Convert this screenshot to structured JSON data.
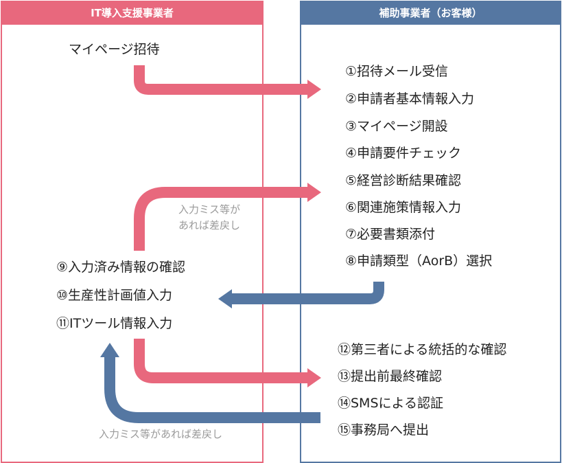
{
  "headers": {
    "left": "IT導入支援事業者",
    "right": "補助事業者（お客様）"
  },
  "left_steps": {
    "invite": "マイページ招待",
    "s9": "⑨入力済み情報の確認",
    "s10": "⑩生産性計画値入力",
    "s11": "⑪ITツール情報入力"
  },
  "right_steps": [
    "①招待メール受信",
    "②申請者基本情報入力",
    "③マイページ開設",
    "④申請要件チェック",
    "⑤経営診断結果確認",
    "⑥関連施策情報入力",
    "⑦必要書類添付",
    "⑧申請類型（AorB）選択",
    "⑫第三者による統括的な確認",
    "⑬提出前最終確認",
    "⑭SMSによる認証",
    "⑮事務局へ提出"
  ],
  "notes": {
    "return1_line1": "入力ミス等が",
    "return1_line2": "あれば差戻し",
    "return2": "入力ミス等があれば差戻し"
  },
  "colors": {
    "pink": "#e8687d",
    "blue": "#5577a2",
    "note_gray": "#9a9a9a"
  }
}
